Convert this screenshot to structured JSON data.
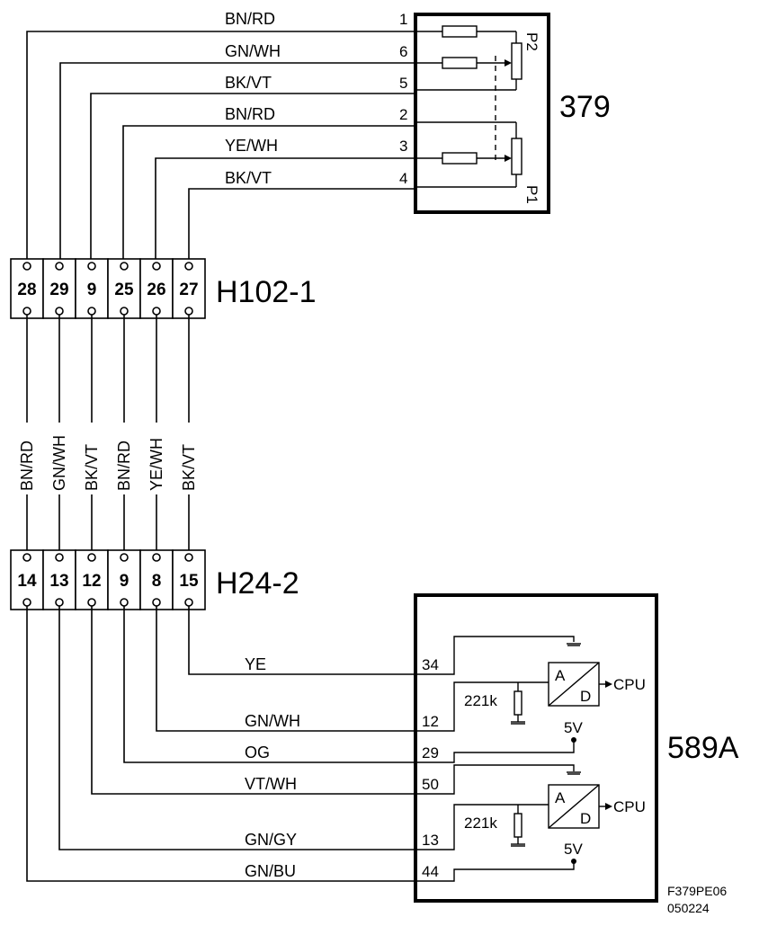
{
  "component_379": {
    "id": "379",
    "pins": [
      {
        "pin": "1",
        "wire": "BN/RD"
      },
      {
        "pin": "6",
        "wire": "GN/WH"
      },
      {
        "pin": "5",
        "wire": "BK/VT"
      },
      {
        "pin": "2",
        "wire": "BN/RD"
      },
      {
        "pin": "3",
        "wire": "YE/WH"
      },
      {
        "pin": "4",
        "wire": "BK/VT"
      }
    ],
    "pot_labels": [
      "P2",
      "P1"
    ]
  },
  "connector_h102": {
    "id": "H102-1",
    "pins": [
      "28",
      "29",
      "9",
      "25",
      "26",
      "27"
    ]
  },
  "vertical_wires": [
    "BN/RD",
    "GN/WH",
    "BK/VT",
    "BN/RD",
    "YE/WH",
    "BK/VT"
  ],
  "connector_h24": {
    "id": "H24-2",
    "pins": [
      "14",
      "13",
      "12",
      "9",
      "8",
      "15"
    ]
  },
  "component_589a": {
    "id": "589A",
    "pins": [
      {
        "pin": "34",
        "wire": "YE"
      },
      {
        "pin": "12",
        "wire": "GN/WH"
      },
      {
        "pin": "29",
        "wire": "OG"
      },
      {
        "pin": "50",
        "wire": "VT/WH"
      },
      {
        "pin": "13",
        "wire": "GN/GY"
      },
      {
        "pin": "44",
        "wire": "GN/BU"
      }
    ],
    "converter": {
      "a": "A",
      "d": "D",
      "output": "CPU",
      "resistor": "221k",
      "supply": "5V"
    }
  },
  "footer": {
    "code": "F379PE06",
    "date": "050224"
  }
}
